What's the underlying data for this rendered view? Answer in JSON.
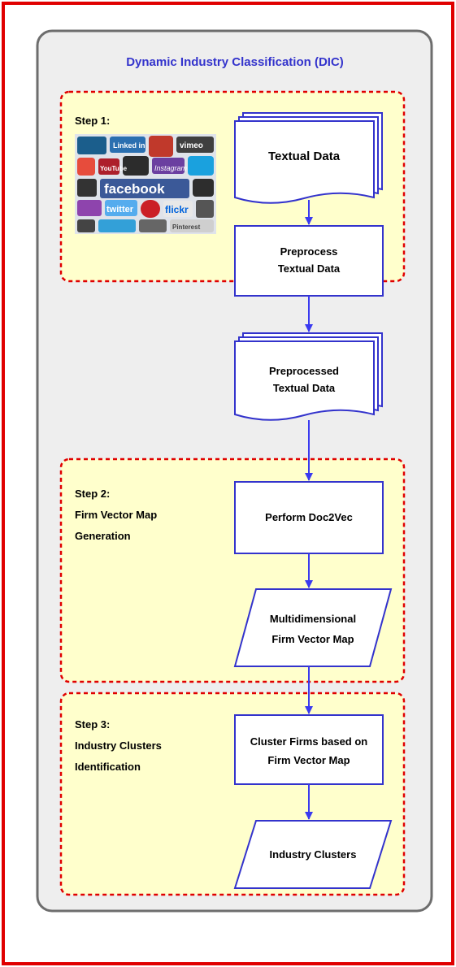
{
  "title": "Dynamic Industry Classification (DIC)",
  "steps": [
    {
      "label": "Step 1:",
      "lines": []
    },
    {
      "label": "Step 2:",
      "lines": [
        "Firm Vector Map",
        "Generation"
      ]
    },
    {
      "label": "Step 3:",
      "lines": [
        "Industry Clusters",
        "Identification"
      ]
    }
  ],
  "nodes": {
    "textual_data": [
      "Textual Data"
    ],
    "preprocess": [
      "Preprocess",
      "Textual Data"
    ],
    "preprocessed": [
      "Preprocessed",
      "Textual Data"
    ],
    "doc2vec": [
      "Perform Doc2Vec"
    ],
    "vector_map": [
      "Multidimensional",
      "Firm Vector Map"
    ],
    "cluster": [
      "Cluster Firms based on",
      "Firm Vector Map"
    ],
    "industry_clusters": [
      "Industry Clusters"
    ]
  },
  "collage_words": [
    "Linked in",
    "Instagram",
    "facebook",
    "twitter",
    "flickr",
    "vimeo",
    "YouTube",
    "Pinterest"
  ],
  "colors": {
    "outer_border": "#e00000",
    "panel_fill": "#eeeeee",
    "panel_border": "#6d6d6d",
    "step_fill": "#ffffcc",
    "step_border": "#e00000",
    "title": "#3333cc",
    "node_border": "#3333cc",
    "arrow": "#3a3af0"
  }
}
